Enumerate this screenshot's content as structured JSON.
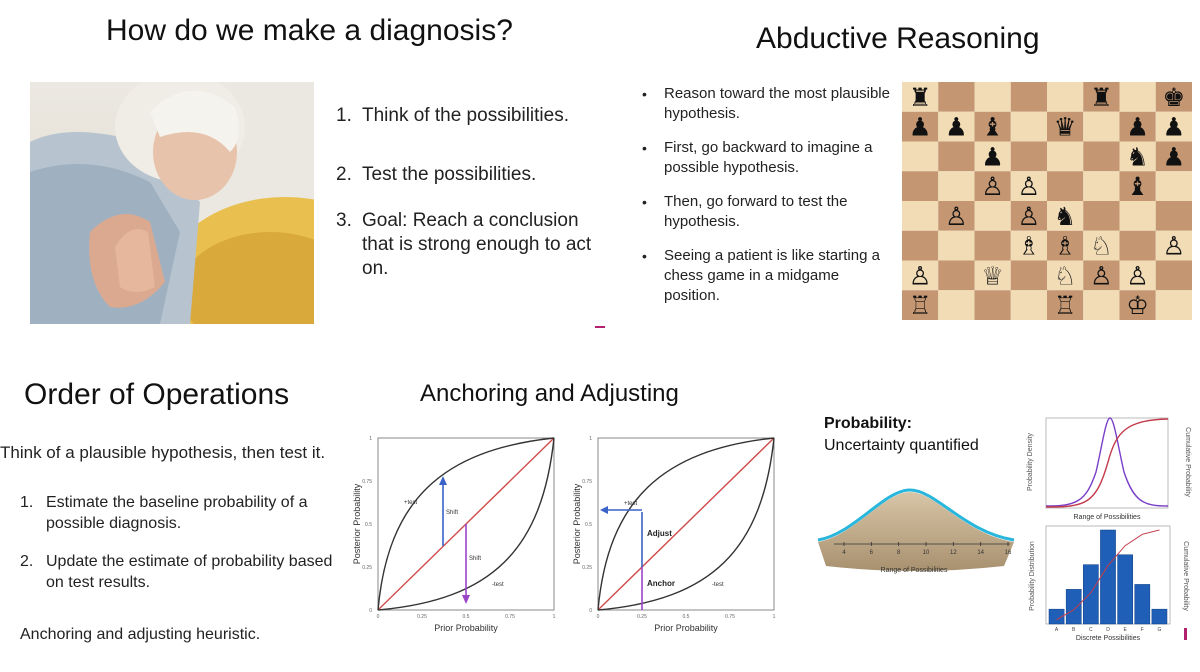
{
  "q1": {
    "title": "How do we make a diagnosis?",
    "items": [
      {
        "num": "1.",
        "text": "Think of the possibilities."
      },
      {
        "num": "2.",
        "text": "Test the possibilities."
      },
      {
        "num": "3.",
        "text": "Goal: Reach a conclusion that is strong enough to act on."
      }
    ]
  },
  "q2": {
    "title": "Abductive Reasoning",
    "bullet": "•",
    "items": [
      "Reason toward the most plausible hypothesis.",
      "First, go backward to imagine a possible hypothesis.",
      "Then, go forward to test the hypothesis.",
      "Seeing a patient is like starting a chess game in a midgame position."
    ],
    "board": {
      "light": "#f1dcb6",
      "dark": "#c49772",
      "rows": [
        "r....r.k",
        "ppb.q.pp",
        "..p...np",
        "..PP..b.",
        ".P.Pn...",
        "...BBN.P",
        "P.Q.NPP.",
        "R...R.K."
      ]
    }
  },
  "q3": {
    "title": "Order of Operations",
    "intro": "Think of a plausible hypothesis, then test it.",
    "items": [
      {
        "num": "1.",
        "text": "Estimate the baseline probability of a possible diagnosis."
      },
      {
        "num": "2.",
        "text": "Update the estimate of probability based on test results."
      }
    ],
    "footer": "Anchoring and adjusting heuristic."
  },
  "q4": {
    "title": "Anchoring and Adjusting",
    "chart1": {
      "xlabel": "Prior Probability",
      "ylabel": "Posterior Probability",
      "xticks": [
        "0",
        "0.25",
        "0.5",
        "0.75",
        "1"
      ],
      "yticks": [
        "0",
        "0.25",
        "0.5",
        "0.75",
        "1"
      ],
      "pos_label": "+test",
      "neg_label": "-test",
      "shift_up": "Shift",
      "shift_down": "Shift"
    },
    "chart2": {
      "xlabel": "Prior Probability",
      "ylabel": "Posterior Probability",
      "xticks": [
        "0",
        "0.25",
        "0.5",
        "0.75",
        "1"
      ],
      "yticks": [
        "0",
        "0.25",
        "0.5",
        "0.75",
        "1"
      ],
      "pos_label": "+test",
      "neg_label": "-test",
      "adjust": "Adjust",
      "anchor": "Anchor"
    }
  },
  "q5": {
    "heading": "Probability:",
    "subheading": "Uncertainty quantified",
    "pile": {
      "ticks": [
        "4",
        "6",
        "8",
        "10",
        "12",
        "14",
        "16"
      ],
      "xlabel": "Range of Possibilities"
    },
    "curve_chart": {
      "xlabel": "Range of Possibilities",
      "ylabel_left": "Probability Density",
      "ylabel_right": "Cumulative Probability"
    },
    "hist_chart": {
      "xlabel": "Discrete Possibilities",
      "ylabel_left": "Probability Distribution",
      "ylabel_right": "Cumulative Probability",
      "categories": [
        "A",
        "B",
        "C",
        "D",
        "E",
        "F",
        "G"
      ],
      "values": [
        3,
        7,
        12,
        19,
        14,
        8,
        3
      ]
    }
  },
  "colors": {
    "blue": "#3a62c9",
    "purple": "#9c44c8",
    "red": "#d04a4a",
    "accent": "#b0226e",
    "cyan": "#28b6dc"
  }
}
